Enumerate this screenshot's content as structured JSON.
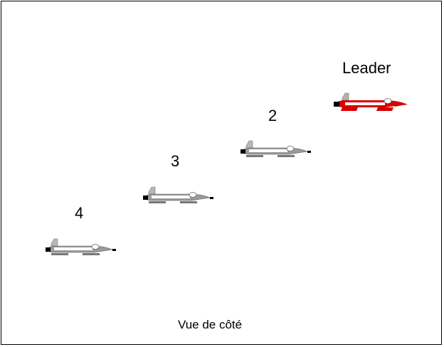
{
  "formation": {
    "aircraft": [
      {
        "id": "leader",
        "label": "Leader",
        "color": "#d80000",
        "icon": "jet-plane-icon"
      },
      {
        "id": "2",
        "label": "2",
        "color": "#9a9a9a",
        "icon": "jet-plane-icon"
      },
      {
        "id": "3",
        "label": "3",
        "color": "#9a9a9a",
        "icon": "jet-plane-icon"
      },
      {
        "id": "4",
        "label": "4",
        "color": "#9a9a9a",
        "icon": "jet-plane-icon"
      }
    ],
    "caption": "Vue de côté"
  }
}
